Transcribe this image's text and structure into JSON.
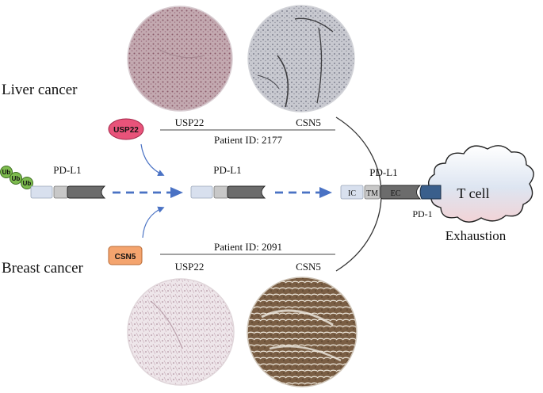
{
  "sections": {
    "liver": "Liver cancer",
    "breast": "Breast cancer"
  },
  "stain_labels": {
    "top_usp22": "USP22",
    "top_csn5": "CSN5",
    "bottom_usp22": "USP22",
    "bottom_csn5": "CSN5"
  },
  "patients": {
    "top": "Patient ID: 2177",
    "bottom": "Patient ID: 2091"
  },
  "enzymes": {
    "usp22": "USP22",
    "csn5": "CSN5"
  },
  "ubiquitin": [
    "Ub",
    "Ub",
    "Ub"
  ],
  "protein_labels": {
    "left": "PD-L1",
    "middle": "PD-L1",
    "membrane": "PD-L1"
  },
  "domains": {
    "ic": "IC",
    "tm": "TM",
    "ec": "EC"
  },
  "tcell": {
    "label": "T cell",
    "receptor": "PD-1",
    "state": "Exhaustion"
  },
  "colors": {
    "usp22_fill": "#e8537a",
    "csn5_fill": "#f4a46e",
    "ub_fill": "#7dbb4e",
    "arrow_blue": "#4a72c4",
    "pd1_blue": "#3a5f8c",
    "tissue_liver_usp22": "#b79aa0",
    "tissue_liver_csn5": "#b7b8c0",
    "tissue_breast_usp22": "#d8ccd0",
    "tissue_breast_csn5": "#7d6248"
  }
}
